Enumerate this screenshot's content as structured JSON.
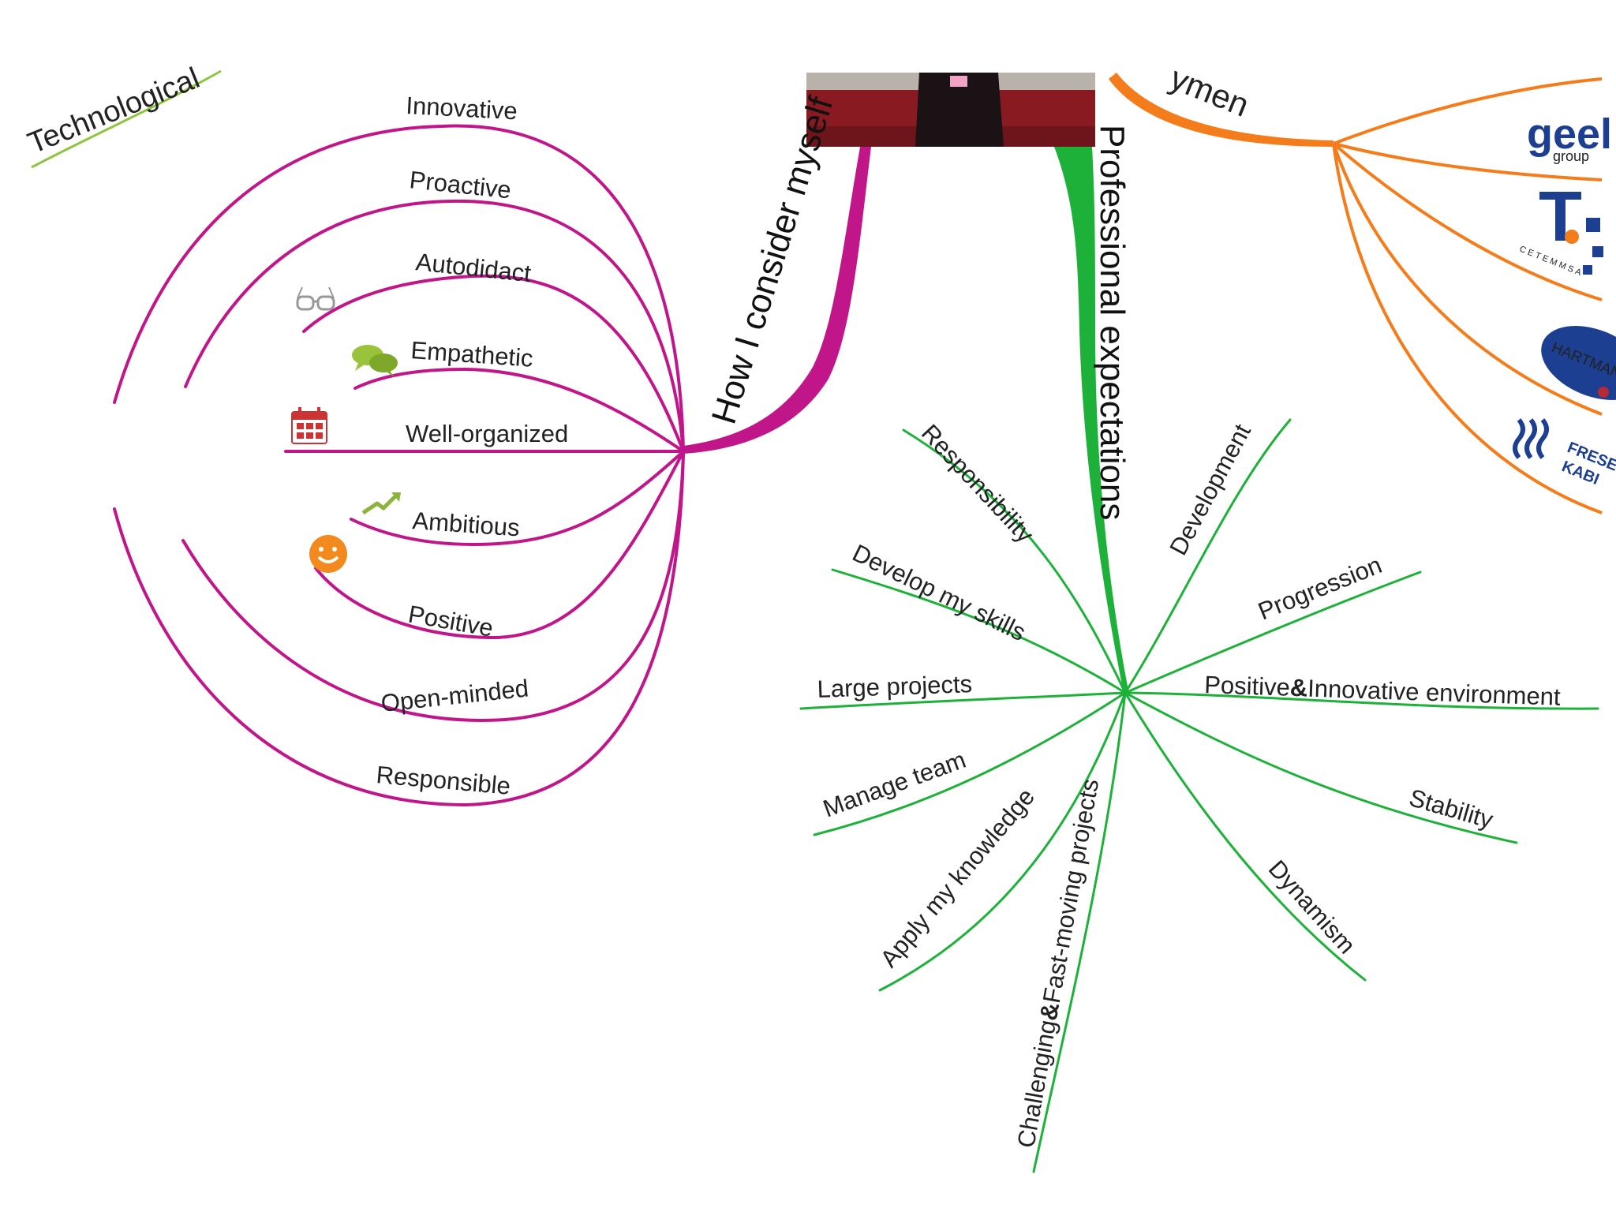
{
  "colors": {
    "self": "#c0168a",
    "expectations": "#1db13a",
    "employment": "#f47c1a",
    "technology": "#8cc63f",
    "logo_blue": "#1d3f91",
    "logo_red": "#b52a35"
  },
  "branches": {
    "self": {
      "label": "How I consider myself",
      "items": [
        {
          "label": "Innovative",
          "icon": ""
        },
        {
          "label": "Proactive",
          "icon": ""
        },
        {
          "label": "Autodidact",
          "icon": "glasses-icon"
        },
        {
          "label": "Empathetic",
          "icon": "speech-bubbles-icon"
        },
        {
          "label": "Well-organized",
          "icon": "calendar-icon"
        },
        {
          "label": "Ambitious",
          "icon": "growth-arrow-icon"
        },
        {
          "label": "Positive",
          "icon": "smiley-icon"
        },
        {
          "label": "Open-minded",
          "icon": ""
        },
        {
          "label": "Responsible",
          "icon": ""
        }
      ]
    },
    "expectations": {
      "label": "Professional expectations",
      "items": [
        {
          "label": "Responsibility"
        },
        {
          "label": "Develop my skills"
        },
        {
          "label": "Large projects"
        },
        {
          "label": "Manage team"
        },
        {
          "label": "Apply my knowledge"
        },
        {
          "label_parts": [
            "Challenging",
            "&",
            "Fast-moving projects"
          ]
        },
        {
          "label": "Development"
        },
        {
          "label": "Progression"
        },
        {
          "label_parts": [
            "Positive",
            "&",
            "Innovative environment"
          ]
        },
        {
          "label": "Stability"
        },
        {
          "label": "Dynamism"
        }
      ]
    },
    "employment": {
      "label_fragment": "ymen",
      "logos": [
        {
          "name": "geel-logo",
          "text": "geel",
          "subtext": "group"
        },
        {
          "name": "cetemmsa-logo",
          "text": "T",
          "subtext": "CETEMMSA"
        },
        {
          "name": "hartmann-logo",
          "text": "HARTMANN"
        },
        {
          "name": "fresenius-kabi-logo",
          "text": "FRESEN",
          "subtext": "KABI"
        }
      ]
    },
    "technology": {
      "label_fragment": "Technological"
    }
  },
  "photo": {
    "icon": "center-photo-icon"
  }
}
